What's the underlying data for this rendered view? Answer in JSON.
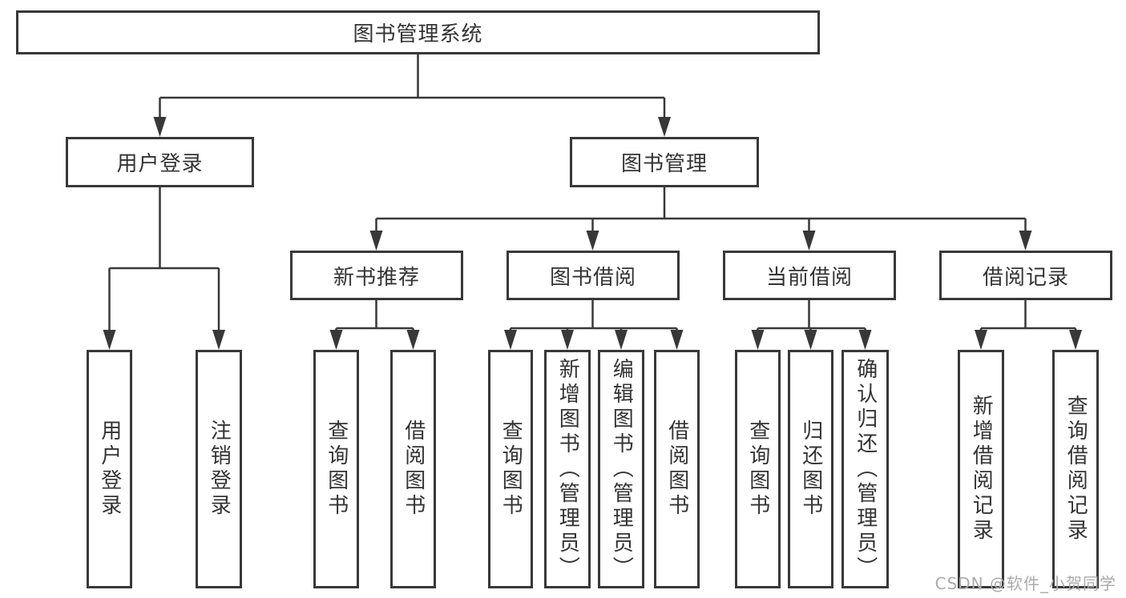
{
  "tree": {
    "root": {
      "label": "图书管理系统",
      "children": [
        {
          "label": "用户登录",
          "children": [
            {
              "label": "用户登录"
            },
            {
              "label": "注销登录"
            }
          ]
        },
        {
          "label": "图书管理",
          "children": [
            {
              "label": "新书推荐",
              "children": [
                {
                  "label": "查询图书"
                },
                {
                  "label": "借阅图书"
                }
              ]
            },
            {
              "label": "图书借阅",
              "children": [
                {
                  "label": "查询图书"
                },
                {
                  "label": "新增图书（管理员）"
                },
                {
                  "label": "编辑图书（管理员）"
                },
                {
                  "label": "借阅图书"
                }
              ]
            },
            {
              "label": "当前借阅",
              "children": [
                {
                  "label": "查询图书"
                },
                {
                  "label": "归还图书"
                },
                {
                  "label": "确认归还（管理员）"
                }
              ]
            },
            {
              "label": "借阅记录",
              "children": [
                {
                  "label": "新增借阅记录"
                },
                {
                  "label": "查询借阅记录"
                }
              ]
            }
          ]
        }
      ]
    }
  },
  "watermark": {
    "text": "CSDN @软件_小贺同学",
    "color": "#ababab"
  },
  "colors": {
    "stroke": "#383838",
    "text": "#333333",
    "background": "#ffffff",
    "box_fill": "#ffffff"
  }
}
